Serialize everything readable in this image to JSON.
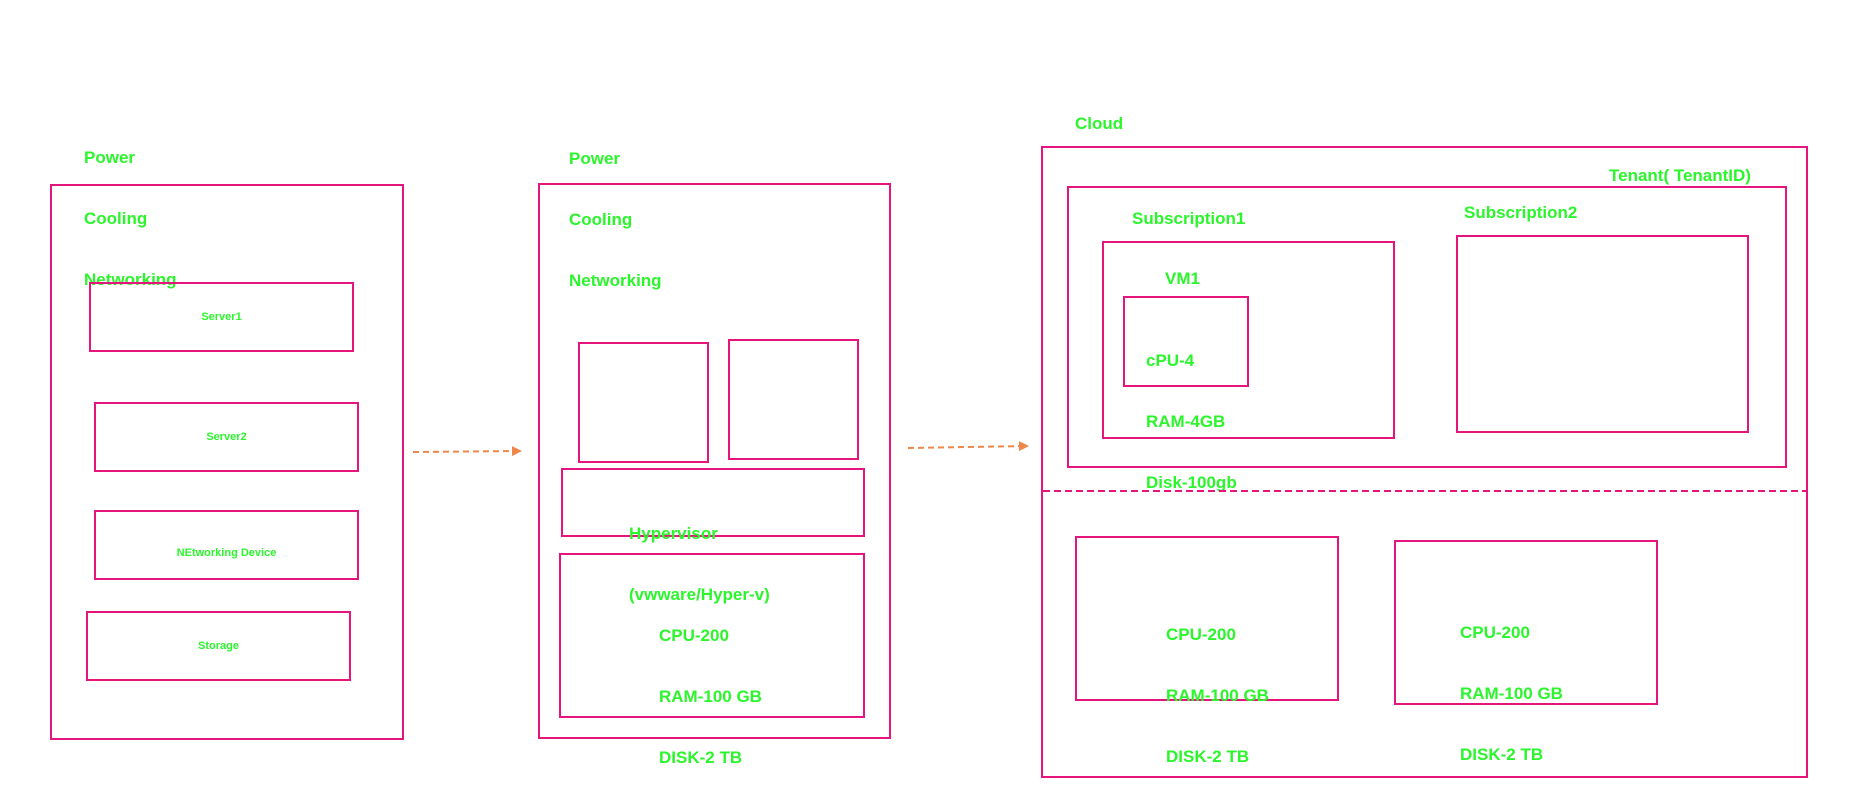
{
  "colors": {
    "box_border": "#e6157d",
    "text": "#2bf52b",
    "arrow": "#f0874a"
  },
  "physical_dc": {
    "header": [
      "Power",
      "Cooling",
      "Networking"
    ],
    "devices": [
      "Server1",
      "Server2",
      "NEtworking Device",
      "Storage"
    ]
  },
  "virtual_dc": {
    "header": [
      "Power",
      "Cooling",
      "Networking"
    ],
    "hypervisor": [
      "Hypervisor",
      "(vwware/Hyper-v)"
    ],
    "resources": [
      "CPU-200",
      "RAM-100 GB",
      "DISK-2 TB"
    ]
  },
  "cloud": {
    "title": "Cloud",
    "tenant": "Tenant( TenantID)",
    "subscription1": "Subscription1",
    "subscription2": "Subscription2",
    "vm": {
      "title": "VM1",
      "specs": [
        "cPU-4",
        "RAM-4GB",
        "Disk-100gb"
      ]
    },
    "resource_pools": [
      [
        "CPU-200",
        "RAM-100 GB",
        "DISK-2 TB"
      ],
      [
        "CPU-200",
        "RAM-100 GB",
        "DISK-2 TB"
      ]
    ]
  }
}
